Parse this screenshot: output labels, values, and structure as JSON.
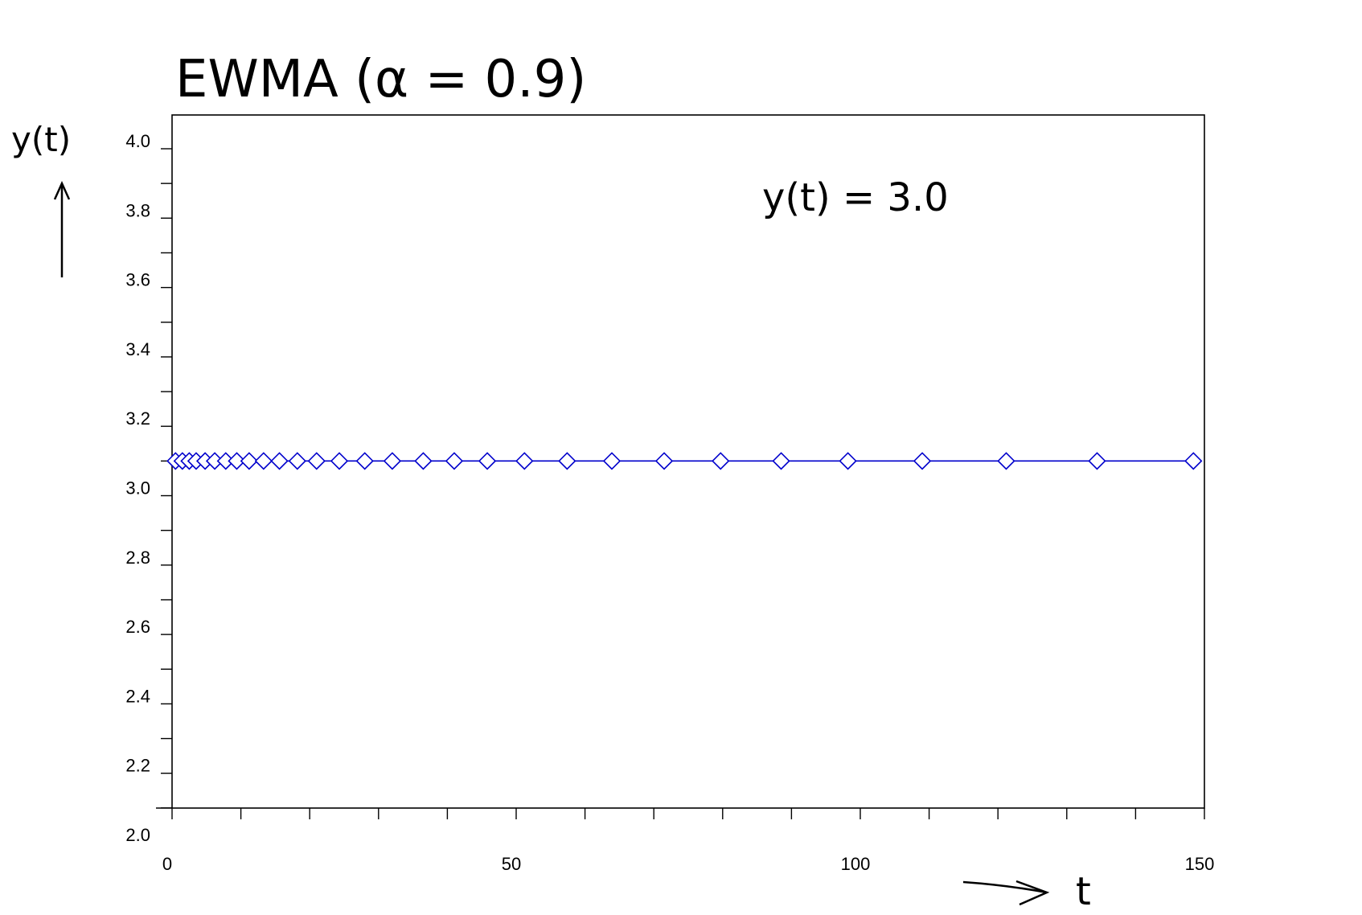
{
  "chart_data": {
    "type": "line",
    "title": "EWMA (α = 0.9)",
    "xlabel": "t",
    "ylabel": "y(t)",
    "annotation": "y(t) = 3.0",
    "xlim": [
      0,
      150
    ],
    "ylim": [
      2.0,
      4.0
    ],
    "x_ticks": [
      0,
      50,
      100,
      150
    ],
    "y_ticks": [
      2.0,
      2.2,
      2.4,
      2.6,
      2.8,
      3.0,
      3.2,
      3.4,
      3.6,
      3.8,
      4.0
    ],
    "series": [
      {
        "color": "#0000cc",
        "marker": "diamond-open",
        "x": [
          0.5,
          1.5,
          2.5,
          3.5,
          4.8,
          6.2,
          7.8,
          9.4,
          11.2,
          13.3,
          15.6,
          18.2,
          21.0,
          24.3,
          28.0,
          32.0,
          36.5,
          41.0,
          45.8,
          51.2,
          57.4,
          63.9,
          71.5,
          79.7,
          88.5,
          98.2,
          109.0,
          121.2,
          134.4,
          148.4
        ],
        "y": [
          3.1,
          3.1,
          3.1,
          3.1,
          3.1,
          3.1,
          3.1,
          3.1,
          3.1,
          3.1,
          3.1,
          3.1,
          3.1,
          3.1,
          3.1,
          3.1,
          3.1,
          3.1,
          3.1,
          3.1,
          3.1,
          3.1,
          3.1,
          3.1,
          3.1,
          3.1,
          3.1,
          3.1,
          3.1,
          3.1
        ]
      }
    ]
  }
}
